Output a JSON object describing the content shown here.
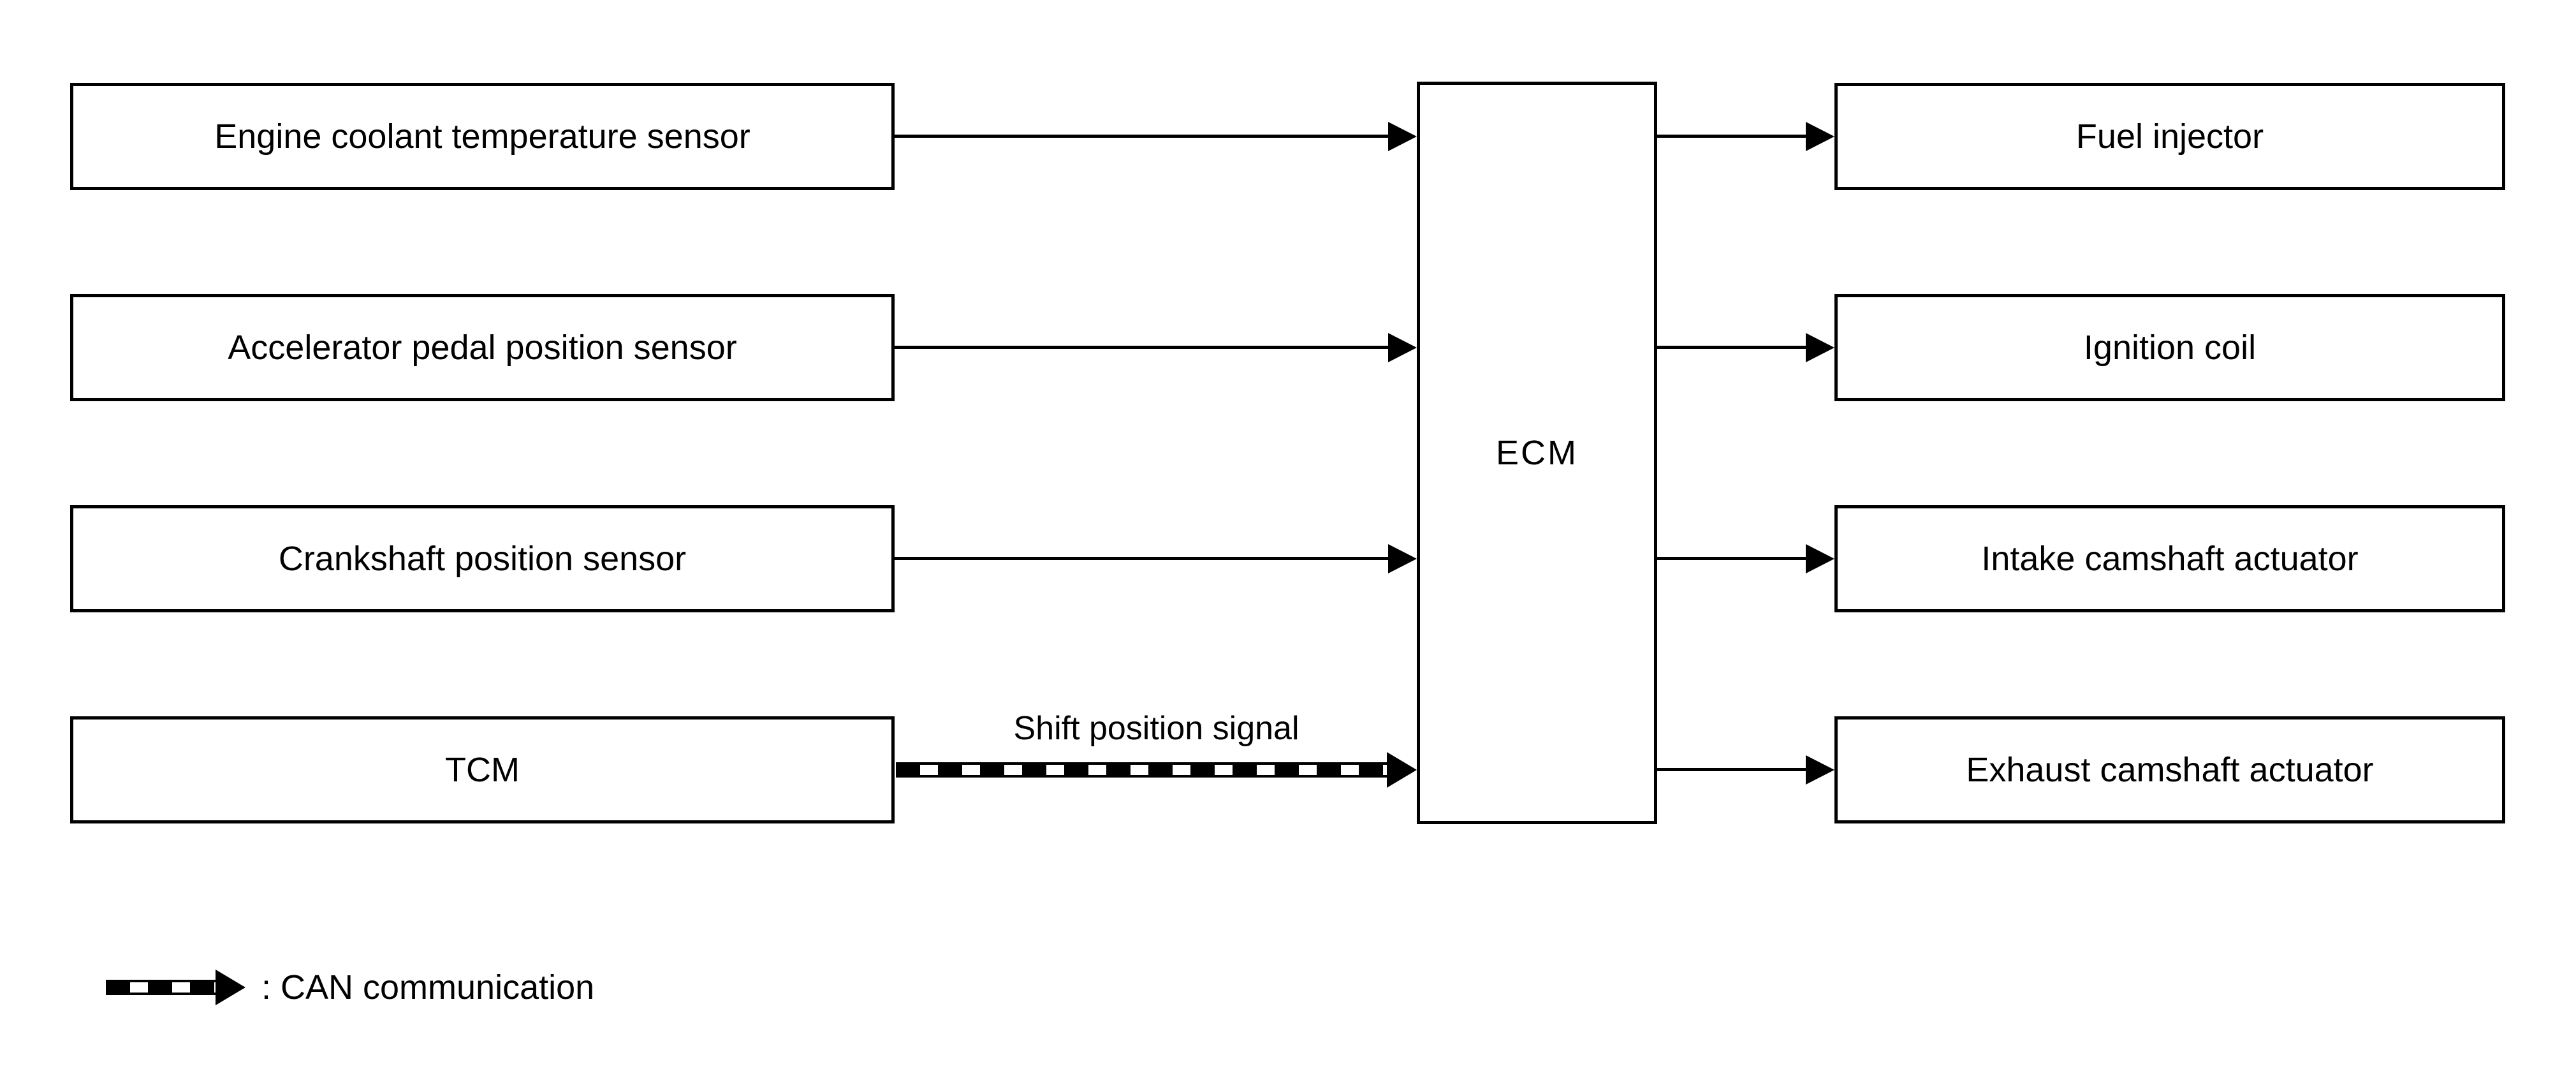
{
  "diagram": {
    "inputs": [
      {
        "label": "Engine coolant temperature sensor"
      },
      {
        "label": "Accelerator pedal position sensor"
      },
      {
        "label": "Crankshaft position sensor"
      },
      {
        "label": "TCM"
      }
    ],
    "controller": {
      "label": "ECM"
    },
    "outputs": [
      {
        "label": "Fuel injector"
      },
      {
        "label": "Ignition coil"
      },
      {
        "label": "Intake camshaft actuator"
      },
      {
        "label": "Exhaust camshaft actuator"
      }
    ],
    "can_arrow_label": "Shift position signal",
    "legend": {
      "icon": "can-striped-arrow-icon",
      "label": ": CAN communication"
    },
    "colors": {
      "line": "#000000",
      "background": "#ffffff"
    }
  }
}
